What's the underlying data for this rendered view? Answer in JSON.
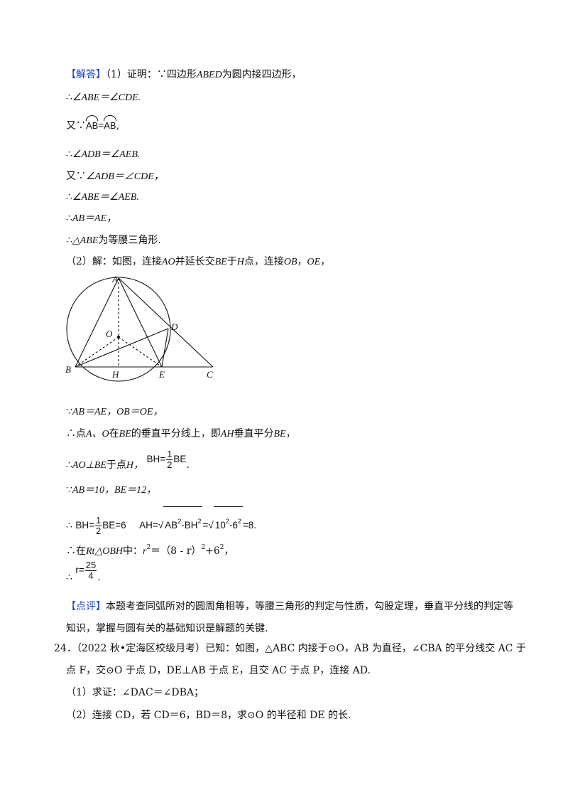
{
  "solution": {
    "tag": "【解答】",
    "p1_intro": "（1）证明：∵四边形",
    "p1_quad": "ABED",
    "p1_rest": "为圆内接四边形，",
    "l2": "∠ABE＝∠CDE.",
    "l3_prefix": "又∵",
    "l3_arc1": "AB",
    "l3_eq": "=",
    "l3_arc2": "AB",
    "l3_suffix": ",",
    "l4": "∠ADB＝∠AEB.",
    "l5_prefix": "又∵",
    "l5": "∠ADB＝∠CDE，",
    "l6": "∠ABE＝∠AEB.",
    "l7": "AB＝AE，",
    "l8_tri": "△ABE",
    "l8_rest": "为等腰三角形.",
    "therefore": "∴",
    "because": "∵",
    "p2": "（2）解：如图，连接",
    "p2_ao": "AO",
    "p2_mid": "并延长交",
    "p2_be": "BE",
    "p2_mid2": "于",
    "p2_h": "H",
    "p2_mid3": "点，连接",
    "p2_ob": "OB",
    "p2_comma": "，",
    "p2_oe": "OE",
    "p2_end": "，",
    "l9": "AB＝AE，OB＝OE，",
    "l10_a": "点",
    "l10_b": "A、O",
    "l10_c": "在",
    "l10_d": "BE",
    "l10_e": "的垂直平分线上，即",
    "l10_f": "AH",
    "l10_g": "垂直平分",
    "l10_h": "BE",
    "l10_i": "，",
    "l11_a": "AO⊥BE",
    "l11_b": "于点",
    "l11_c": "H，",
    "l11_frac_lhs": "BH=",
    "l11_frac_n": "1",
    "l11_frac_d": "2",
    "l11_frac_rhs": "BE",
    "l11_end": ".",
    "l12": "AB＝10，BE＝12，",
    "l13_lhs": "BH=",
    "l13_n": "1",
    "l13_d": "2",
    "l13_rhs": "BE=6",
    "l13_ah": "AH=",
    "l13_r1": "AB",
    "l13_sq": "2",
    "l13_m": "-BH",
    "l13_r2": "10",
    "l13_m2": "-6",
    "l13_eq": "=",
    "l13_end": "=8.",
    "l14_a": "在",
    "l14_b": "Rt△OBH",
    "l14_c": "中：",
    "l14_r": "r",
    "l14_d": "＝（8 - r）",
    "l14_e": "+6",
    "l14_sup": "2",
    "l15_lhs": "r=",
    "l15_n": "25",
    "l15_d": "4",
    "l15_end": "."
  },
  "review": {
    "tag": "【点评】",
    "text": "本题考查同弧所对的圆周角相等，等腰三角形的判定与性质，勾股定理，垂直平分线的判定等知识，掌握与圆有关的基础知识是解题的关键."
  },
  "question": {
    "number": "24．",
    "source": "（2022 秋•定海区校级月考）",
    "line1": "已知：如图，△ABC 内接于⊙O，AB 为直径，∠CBA 的平分线交 AC 于",
    "line2": "点 F，交⊙O 于点 D，DE⊥AB 于点 E，且交 AC 于点 P，连接 AD.",
    "part1": "（1）求证：∠DAC＝∠DBA；",
    "part2": "（2）连接 CD，若 CD＝6，BD＝8，求⊙O 的半径和 DE 的长."
  },
  "figure": {
    "labels": {
      "A": "A",
      "B": "B",
      "C": "C",
      "D": "D",
      "E": "E",
      "H": "H",
      "O": "O"
    }
  }
}
